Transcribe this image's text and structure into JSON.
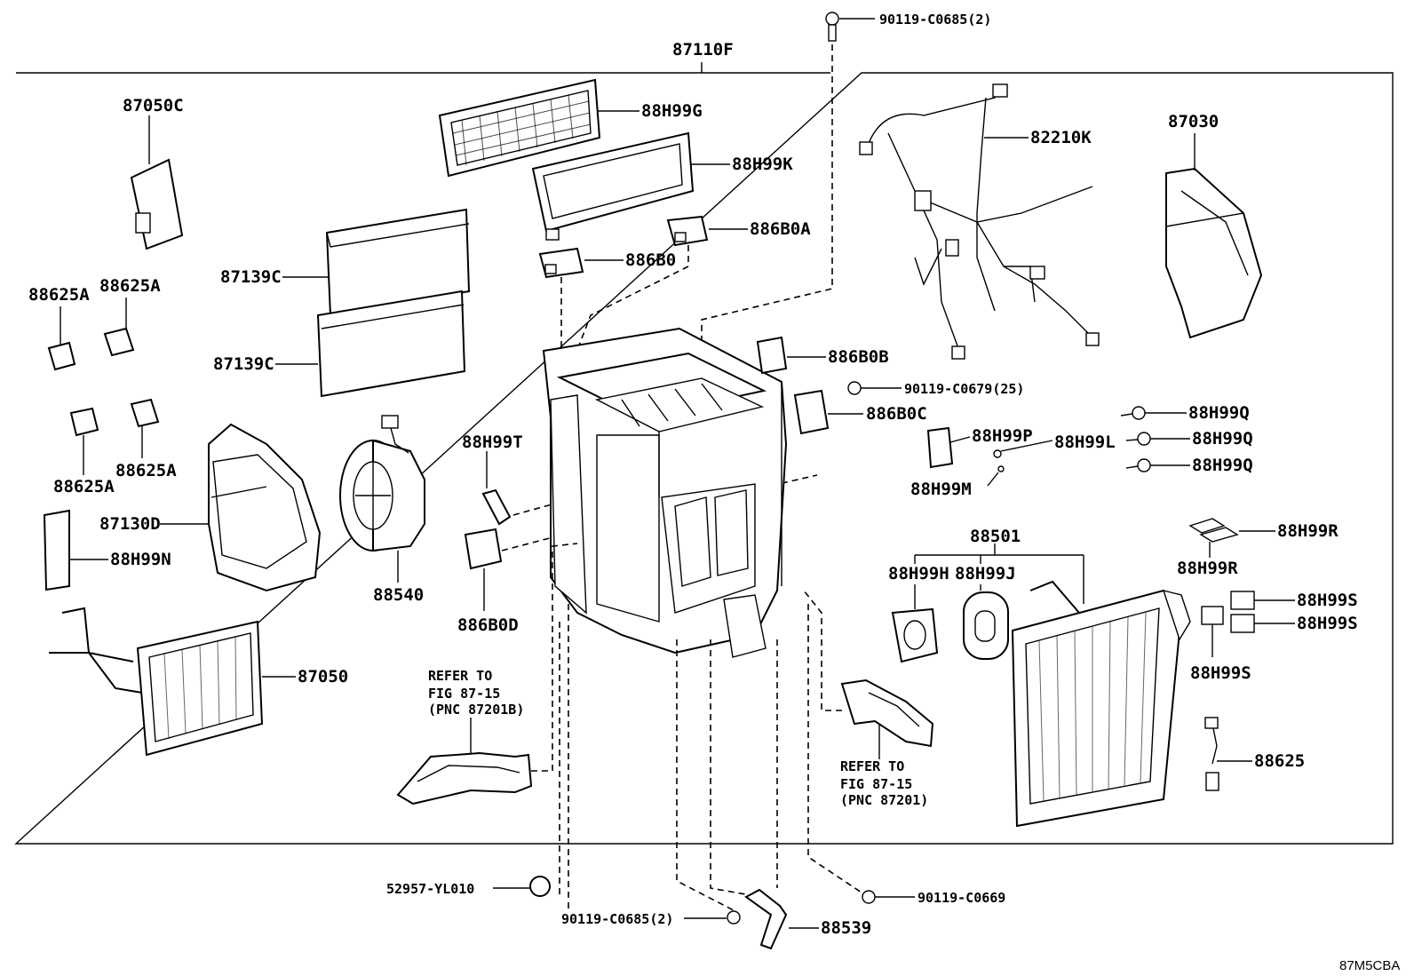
{
  "diagram": {
    "assembly_label": "87110F",
    "corner_code": "87M5CBA",
    "labels": {
      "top_bolt": "90119-C0685(2)",
      "l_87050C": "87050C",
      "l_88H99G": "88H99G",
      "l_88H99K": "88H99K",
      "l_886B0A": "886B0A",
      "l_886B0": "886B0",
      "l_82210K": "82210K",
      "l_87030": "87030",
      "l_87139C_a": "87139C",
      "l_87139C_b": "87139C",
      "l_88625A_1": "88625A",
      "l_88625A_2": "88625A",
      "l_88625A_3": "88625A",
      "l_88625A_4": "88625A",
      "l_886B0B": "886B0B",
      "l_bolt25": "90119-C0679(25)",
      "l_886B0C": "886B0C",
      "l_88H99Q_1": "88H99Q",
      "l_88H99Q_2": "88H99Q",
      "l_88H99Q_3": "88H99Q",
      "l_88H99T": "88H99T",
      "l_88H99P": "88H99P",
      "l_88H99L": "88H99L",
      "l_88H99M": "88H99M",
      "l_87130D": "87130D",
      "l_88H99N": "88H99N",
      "l_88540": "88540",
      "l_886B0D": "886B0D",
      "l_88501": "88501",
      "l_88H99R_1": "88H99R",
      "l_88H99R_2": "88H99R",
      "l_88H99H": "88H99H",
      "l_88H99J": "88H99J",
      "l_88H99S_1": "88H99S",
      "l_88H99S_2": "88H99S",
      "l_88H99S_3": "88H99S",
      "l_87050": "87050",
      "l_88625": "88625",
      "l_52957": "52957-YL010",
      "l_bolt_bottom": "90119-C0685(2)",
      "l_88539": "88539",
      "l_bolt0669": "90119-C0669"
    },
    "ref_left": {
      "line1": "REFER TO",
      "line2": "FIG 87-15",
      "line3": "(PNC 87201B)"
    },
    "ref_right": {
      "line1": "REFER TO",
      "line2": "FIG 87-15",
      "line3": "(PNC 87201)"
    }
  }
}
